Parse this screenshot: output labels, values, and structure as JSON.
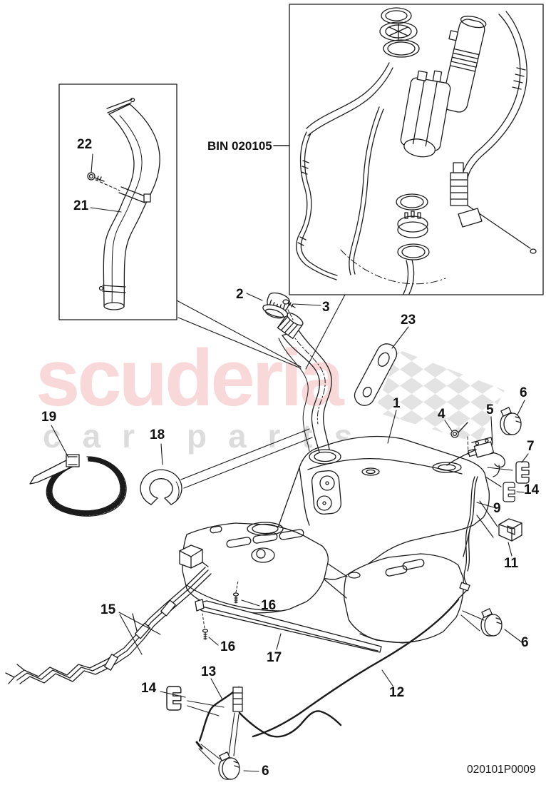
{
  "watermark": {
    "brand": "scuderia",
    "tagline": "car parts"
  },
  "inset": {
    "ref_label": "BIN 020105"
  },
  "footer": {
    "drawing_code": "020101P0009"
  },
  "callouts": [
    {
      "text": "22"
    },
    {
      "text": "21"
    },
    {
      "text": "2"
    },
    {
      "text": "3"
    },
    {
      "text": "23"
    },
    {
      "text": "1"
    },
    {
      "text": "4"
    },
    {
      "text": "5"
    },
    {
      "text": "6"
    },
    {
      "text": "7"
    },
    {
      "text": "14"
    },
    {
      "text": "9"
    },
    {
      "text": "11"
    },
    {
      "text": "19"
    },
    {
      "text": "18"
    },
    {
      "text": "15"
    },
    {
      "text": "16"
    },
    {
      "text": "16"
    },
    {
      "text": "17"
    },
    {
      "text": "13"
    },
    {
      "text": "14"
    },
    {
      "text": "12"
    },
    {
      "text": "6"
    },
    {
      "text": "6"
    }
  ],
  "colors": {
    "line": "#1b1b1b",
    "watermark_pink": "#f8d8d8",
    "watermark_gray": "#dcdcdc",
    "flag_gray": "#e3e3e3",
    "background": "#ffffff"
  }
}
